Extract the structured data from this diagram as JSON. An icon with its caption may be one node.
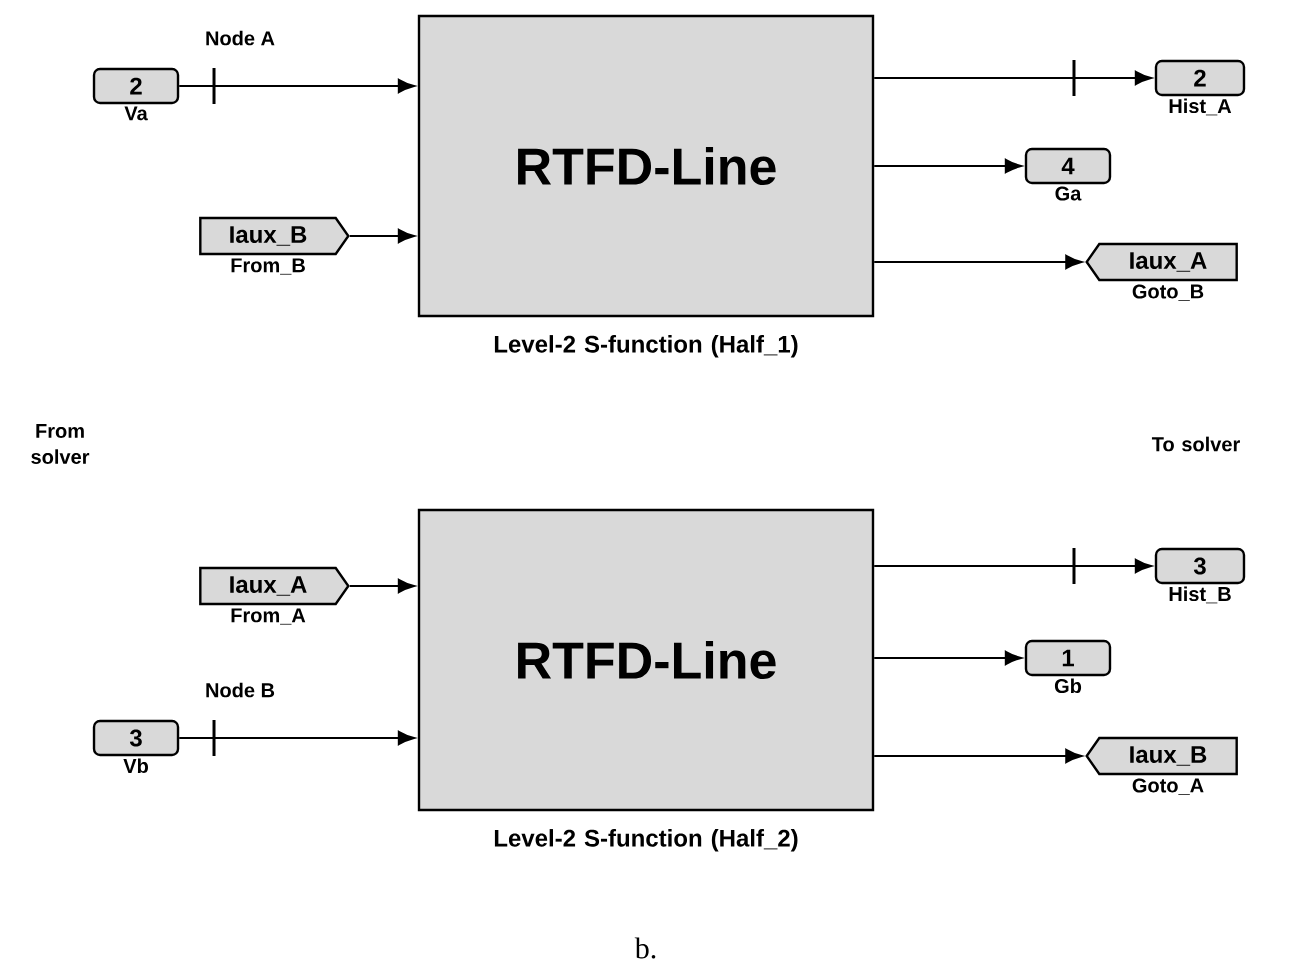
{
  "diagram": {
    "caption": "b.",
    "nodes": [
      {
        "text": [
          "RTFD-Line"
        ],
        "beside": [
          "Level-2 S-function (Half_1)"
        ]
      },
      {
        "text": [
          "2"
        ],
        "beside": [
          "Va"
        ]
      },
      {
        "text": [
          "Iaux_B"
        ],
        "beside": [
          "From_B"
        ]
      },
      {
        "text": [
          "2"
        ],
        "beside": [
          "Hist_A"
        ]
      },
      {
        "text": [
          "4"
        ],
        "beside": [
          "Ga"
        ]
      },
      {
        "text": [
          "Iaux_A"
        ],
        "beside": [
          "Goto_B"
        ]
      },
      {
        "text": [
          "RTFD-Line"
        ],
        "beside": [
          "Level-2 S-function (Half_2)"
        ]
      },
      {
        "text": [
          "Iaux_A"
        ],
        "beside": [
          "From_A"
        ]
      },
      {
        "text": [
          "3"
        ],
        "beside": [
          "Vb"
        ]
      },
      {
        "text": [
          "3"
        ],
        "beside": [
          "Hist_B"
        ]
      },
      {
        "text": [
          "1"
        ],
        "beside": [
          "Gb"
        ]
      },
      {
        "text": [
          "Iaux_B"
        ],
        "beside": [
          "Goto_A"
        ]
      }
    ],
    "edges": [
      {
        "from": 1,
        "to": 0,
        "arrow": "to",
        "label": "Node A"
      },
      {
        "from": 2,
        "to": 0,
        "arrow": "to"
      },
      {
        "from": 0,
        "to": 3,
        "arrow": "to"
      },
      {
        "from": 0,
        "to": 4,
        "arrow": "to"
      },
      {
        "from": 0,
        "to": 5,
        "arrow": "to"
      },
      {
        "from": 7,
        "to": 6,
        "arrow": "to"
      },
      {
        "from": 8,
        "to": 6,
        "arrow": "to",
        "label": "Node B"
      },
      {
        "from": 6,
        "to": 9,
        "arrow": "to"
      },
      {
        "from": 6,
        "to": 10,
        "arrow": "to"
      },
      {
        "from": 6,
        "to": 11,
        "arrow": "to"
      }
    ],
    "labels": [
      "From solver",
      "To solver"
    ]
  }
}
